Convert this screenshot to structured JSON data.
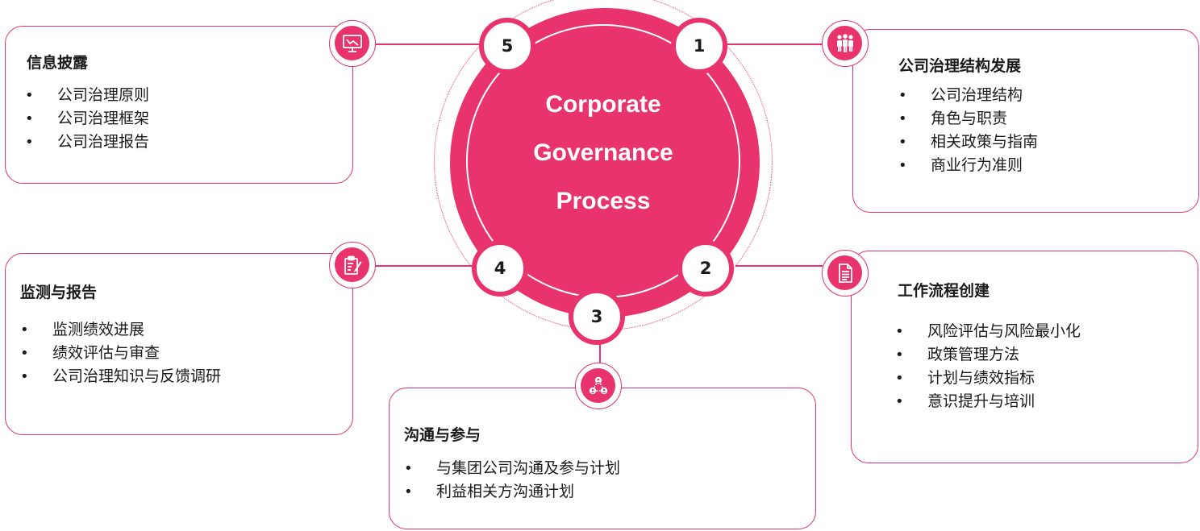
{
  "center": {
    "line1": "Corporate",
    "line2": "Governance",
    "line3": "Process"
  },
  "colors": {
    "accent": "#e8336d",
    "border": "#e0336b"
  },
  "steps": {
    "s1": "1",
    "s2": "2",
    "s3": "3",
    "s4": "4",
    "s5": "5"
  },
  "cards": {
    "disclosure": {
      "title": "信息披露",
      "icon": "monitor-chart-icon",
      "items": [
        "公司治理原则",
        "公司治理框架",
        "公司治理报告"
      ]
    },
    "structure": {
      "title": "公司治理结构发展",
      "icon": "people-group-icon",
      "items": [
        "公司治理结构",
        "角色与职责",
        "相关政策与指南",
        "商业行为准则"
      ]
    },
    "monitoring": {
      "title": "监测与报告",
      "icon": "clipboard-edit-icon",
      "items": [
        "监测绩效进展",
        "绩效评估与审查",
        "公司治理知识与反馈调研"
      ]
    },
    "workflow": {
      "title": "工作流程创建",
      "icon": "document-icon",
      "items": [
        "风险评估与风险最小化",
        "政策管理方法",
        "计划与绩效指标",
        "意识提升与培训"
      ]
    },
    "communication": {
      "title": "沟通与参与",
      "icon": "network-users-icon",
      "items": [
        "与集团公司沟通及参与计划",
        "利益相关方沟通计划"
      ]
    }
  }
}
